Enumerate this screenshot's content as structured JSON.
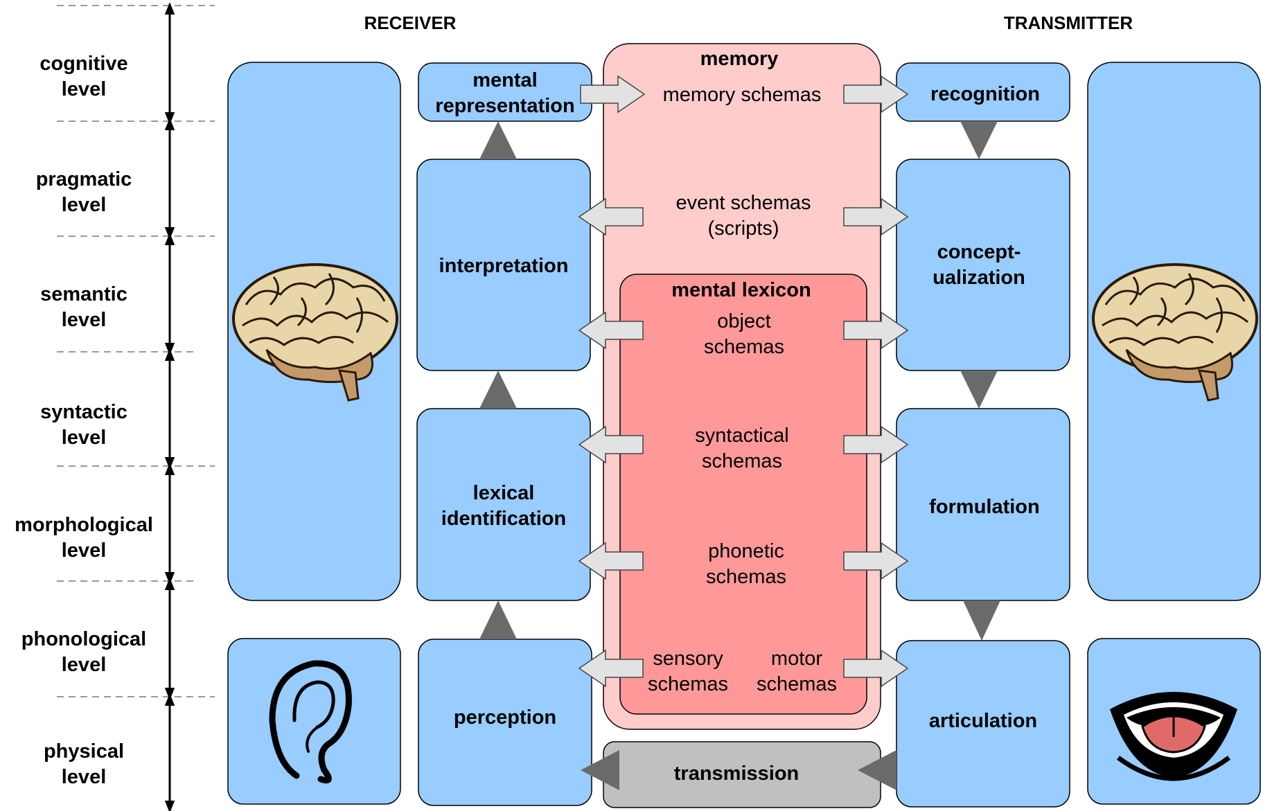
{
  "headers": {
    "receiver": "RECEIVER",
    "transmitter": "TRANSMITTER"
  },
  "levels": [
    [
      "cognitive",
      "level"
    ],
    [
      "pragmatic",
      "level"
    ],
    [
      "semantic",
      "level"
    ],
    [
      "syntactic",
      "level"
    ],
    [
      "morphological",
      "level"
    ],
    [
      "phonological",
      "level"
    ],
    [
      "physical",
      "level"
    ]
  ],
  "receiver": {
    "mental_representation": [
      "mental",
      "representation"
    ],
    "interpretation": [
      "interpretation"
    ],
    "lexical_identification": [
      "lexical",
      "identification"
    ],
    "perception": [
      "perception"
    ]
  },
  "transmitter": {
    "recognition": [
      "recognition"
    ],
    "conceptualization": [
      "concept-",
      "ualization"
    ],
    "formulation": [
      "formulation"
    ],
    "articulation": [
      "articulation"
    ]
  },
  "memory": {
    "title": "memory",
    "memory_schemas": [
      "memory schemas"
    ],
    "event_schemas": [
      "event schemas",
      "(scripts)"
    ]
  },
  "lexicon": {
    "title": "mental lexicon",
    "object_schemas": [
      "object",
      "schemas"
    ],
    "syntactical_schemas": [
      "syntactical",
      "schemas"
    ],
    "phonetic_schemas": [
      "phonetic",
      "schemas"
    ],
    "sensory_schemas": [
      "sensory",
      "schemas"
    ],
    "motor_schemas": [
      "motor",
      "schemas"
    ]
  },
  "transmission": "transmission",
  "icons": {
    "receiver_brain": "brain-icon",
    "transmitter_brain": "brain-icon",
    "ear": "ear-icon",
    "mouth": "mouth-icon"
  },
  "colors": {
    "box_fill": "#99ccff",
    "memory_fill": "#ffcccc",
    "lexicon_fill": "#ff9999",
    "transmission_fill": "#c0c0c0",
    "triangle_fill": "#6a6a6a",
    "block_arrow_fill": "#e2e2e2"
  }
}
